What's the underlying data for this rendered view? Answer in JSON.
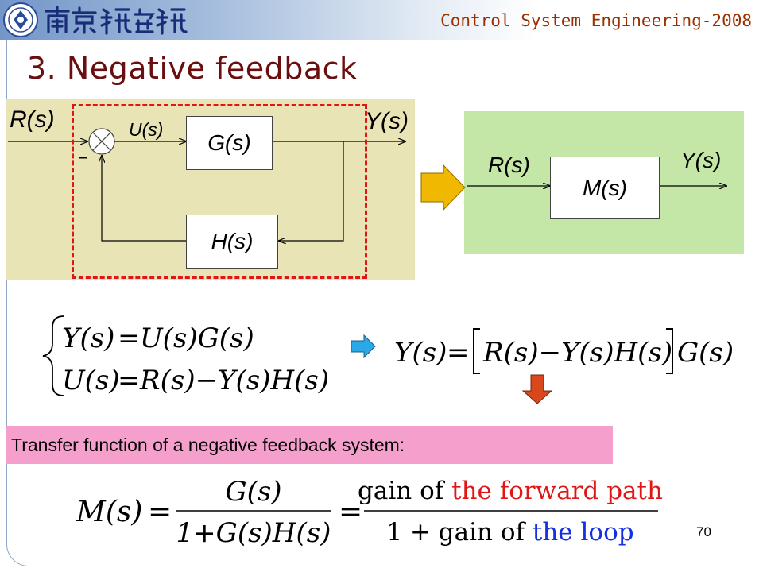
{
  "header": {
    "course_title": "Control System Engineering-2008"
  },
  "slide": {
    "title": "3. Negative feedback",
    "page_number": "70"
  },
  "diagram": {
    "left_input_label": "R(s)",
    "left_output_label": "Y(s)",
    "error_label": "U(s)",
    "minus_sign": "−",
    "forward_block": "G(s)",
    "feedback_block": "H(s)",
    "right_input_label": "R(s)",
    "right_output_label": "Y(s)",
    "equivalent_block": "M(s)"
  },
  "equations": {
    "eq1_left": "Y(s)",
    "eq1_right": "U(s)G(s)",
    "eq2_left": "U(s)",
    "eq2_right": "R(s)−Y(s)H(s)",
    "combined_lhs": "Y(s)",
    "combined_inner": "R(s)−Y(s)H(s)",
    "combined_tail": "G(s)"
  },
  "banner": {
    "text": "Transfer function of a negative feedback system:"
  },
  "final_formula": {
    "lhs": "M(s)",
    "frac1_num": "G(s)",
    "frac1_den": "1+G(s)H(s)",
    "frac2_num_prefix": "gain of ",
    "frac2_num_colored": "the forward path",
    "frac2_den_prefix": "1 + gain of ",
    "frac2_den_colored": "the loop"
  },
  "colors": {
    "forward_path": "#e01515",
    "loop": "#1530e0",
    "tan_panel": "#e8e4b6",
    "green_panel": "#c4e6a6",
    "banner": "#f5a0cc",
    "block_arrow": "#f0b800",
    "small_arrow": "#2aa8e8",
    "down_arrow": "#d8481c"
  }
}
